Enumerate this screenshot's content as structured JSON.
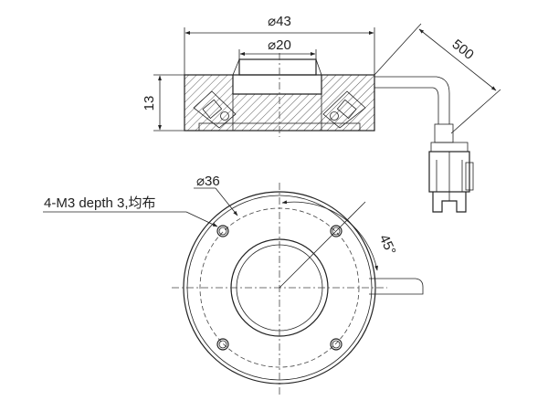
{
  "drawing": {
    "dimensions": {
      "outer_diameter": "⌀43",
      "inner_diameter": "⌀20",
      "height": "13",
      "cable_length": "500",
      "bolt_circle": "⌀36",
      "angle": "45°"
    },
    "note": "4-M3 depth 3,均布"
  }
}
